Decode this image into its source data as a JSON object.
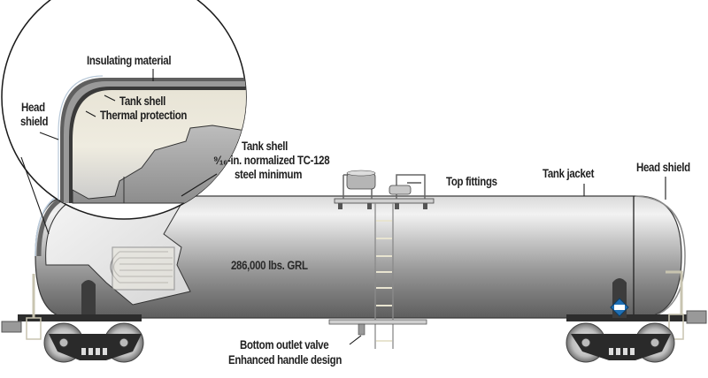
{
  "title": "Tank car cutaway diagram",
  "labels": {
    "insulating_material": "Insulating material",
    "tank_shell_inset": "Tank shell",
    "thermal_protection": "Thermal protection",
    "head_shield_left_line1": "Head",
    "head_shield_left_line2": "shield",
    "tank_shell_spec_line1": "Tank shell",
    "tank_shell_spec_line2": "⁹⁄₁₆-in. normalized TC-128",
    "tank_shell_spec_line3": "steel minimum",
    "top_fittings": "Top fittings",
    "tank_jacket": "Tank jacket",
    "head_shield_right": "Head shield",
    "capacity": "286,000 lbs. GRL",
    "bottom_outlet_line1": "Bottom outlet valve",
    "bottom_outlet_line2": "Enhanced handle design"
  },
  "colors": {
    "tank_light": "#e6e6e6",
    "tank_mid": "#a8a8a8",
    "tank_dark": "#5a5a5a",
    "frame": "#2b2b2b",
    "placard": "#1e6fb5",
    "text": "#1f1f1f"
  }
}
